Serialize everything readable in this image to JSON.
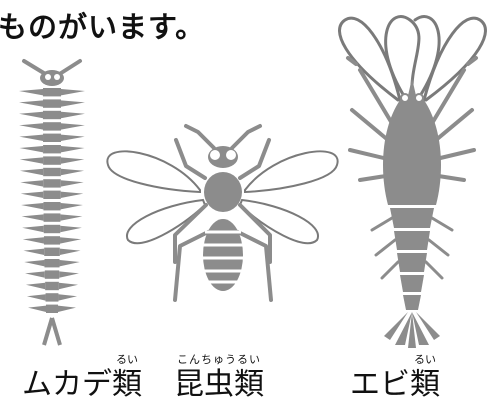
{
  "intro_text": "ものがいます。",
  "labels": {
    "centipede": {
      "prefix": "ムカデ",
      "base": "類",
      "ruby": "るい"
    },
    "insect": {
      "base": "昆虫類",
      "ruby": "こんちゅうるい"
    },
    "shrimp": {
      "prefix": "エビ",
      "base": "類",
      "ruby": "るい"
    }
  },
  "colors": {
    "body": "#8c8c8c",
    "outline": "#7a7a7a",
    "text": "#111111"
  },
  "icons": [
    "centipede-icon",
    "insect-icon",
    "shrimp-icon"
  ]
}
